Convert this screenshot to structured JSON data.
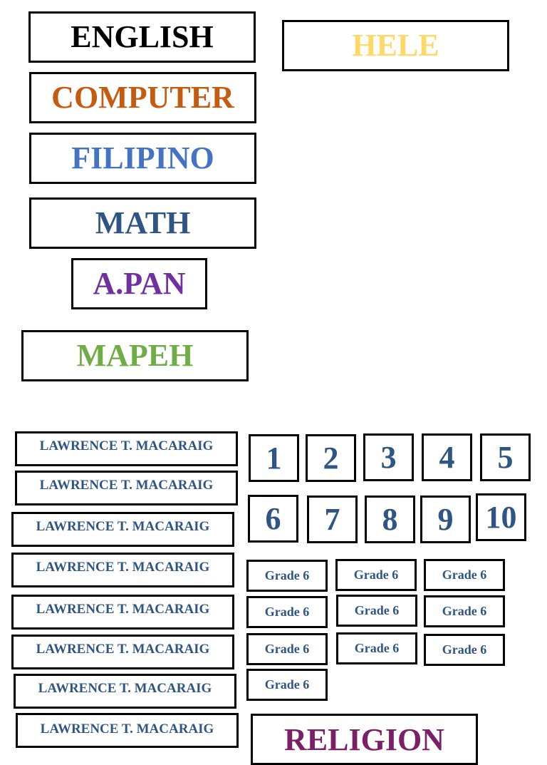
{
  "subjects": {
    "english": {
      "label": "ENGLISH",
      "color": "#000000"
    },
    "hele": {
      "label": "HELE",
      "color": "#ffd966"
    },
    "computer": {
      "label": "COMPUTER",
      "color": "#c55a11"
    },
    "filipino": {
      "label": "FILIPINO",
      "color": "#4472c4"
    },
    "math": {
      "label": "MATH",
      "color": "#2e5584"
    },
    "apan": {
      "label": "A.PAN",
      "color": "#7030a0"
    },
    "mapeh": {
      "label": "MAPEH",
      "color": "#70ad47"
    },
    "religion": {
      "label": "RELIGION",
      "color": "#7b1f66"
    }
  },
  "name_labels": [
    "LAWRENCE T. MACARAIG",
    "LAWRENCE T. MACARAIG",
    "LAWRENCE T. MACARAIG",
    "LAWRENCE T. MACARAIG",
    "LAWRENCE T. MACARAIG",
    "LAWRENCE T. MACARAIG",
    "LAWRENCE T. MACARAIG",
    "LAWRENCE T. MACARAIG"
  ],
  "numbers": [
    "1",
    "2",
    "3",
    "4",
    "5",
    "6",
    "7",
    "8",
    "9",
    "10"
  ],
  "grade_labels": [
    "Grade 6",
    "Grade 6",
    "Grade 6",
    "Grade 6",
    "Grade 6",
    "Grade 6",
    "Grade 6",
    "Grade 6",
    "Grade 6",
    "Grade 6"
  ]
}
